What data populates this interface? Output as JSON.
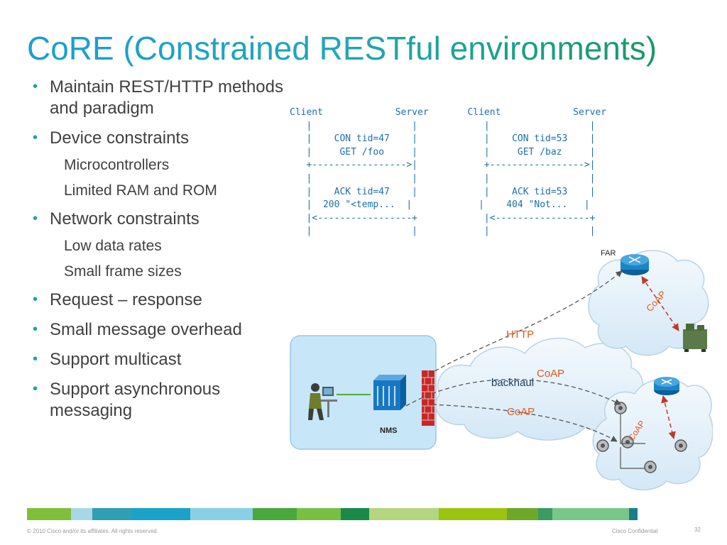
{
  "title": "CoRE (Constrained RESTful environments)",
  "bullets": [
    {
      "level": 1,
      "text": "Maintain REST/HTTP methods and paradigm"
    },
    {
      "level": 1,
      "text": "Device constraints"
    },
    {
      "level": 2,
      "text": "Microcontrollers"
    },
    {
      "level": 2,
      "text": "Limited RAM and ROM"
    },
    {
      "level": 1,
      "text": "Network constraints"
    },
    {
      "level": 2,
      "text": "Low data rates"
    },
    {
      "level": 2,
      "text": "Small frame sizes"
    },
    {
      "level": 1,
      "text": "Request – response"
    },
    {
      "level": 1,
      "text": "Small message overhead"
    },
    {
      "level": 1,
      "text": "Support multicast"
    },
    {
      "level": 1,
      "text": "Support asynchronous messaging"
    }
  ],
  "sequence": [
    "Client             Server       Client             Server",
    "   |                  |            |                  |",
    "   |    CON tid=47    |            |    CON tid=53    |",
    "   |     GET /foo     |            |     GET /baz     |",
    "   +----------------->|            +----------------->|",
    "   |                  |            |                  |",
    "   |    ACK tid=47    |            |    ACK tid=53    |",
    "   |  200 \"<temp...  |            |    404 \"Not...   |",
    "   |<-----------------+            |<-----------------+",
    "   |                  |            |                  |"
  ],
  "diagram": {
    "far_label": "FAR",
    "nms_label": "NMS",
    "backhaul_label": "backhaul",
    "http_label": "HTTP",
    "coap_labels": [
      "CoAP",
      "CoAP",
      "CoAP",
      "CoAP"
    ],
    "colors": {
      "http": "#e2581b",
      "coap": "#e2581b",
      "cloud": "#e3f1fb",
      "nms_box": "#c7e6f8",
      "router": "#1b86c6"
    }
  },
  "footer": {
    "copyright": "© 2010 Cisco and/or its affiliates. All rights reserved.",
    "confidential": "Cisco Confidential",
    "page": "32"
  },
  "color_bar": [
    "#7fbf3a",
    "#a8d8e8",
    "#2e9fb5",
    "#1aa3c8",
    "#8ad0e3",
    "#48a83c",
    "#78c043",
    "#1a8a4a",
    "#b3d67e",
    "#9ac40f",
    "#6fa828",
    "#3b9b62",
    "#79c68b",
    "#1a7f85"
  ]
}
